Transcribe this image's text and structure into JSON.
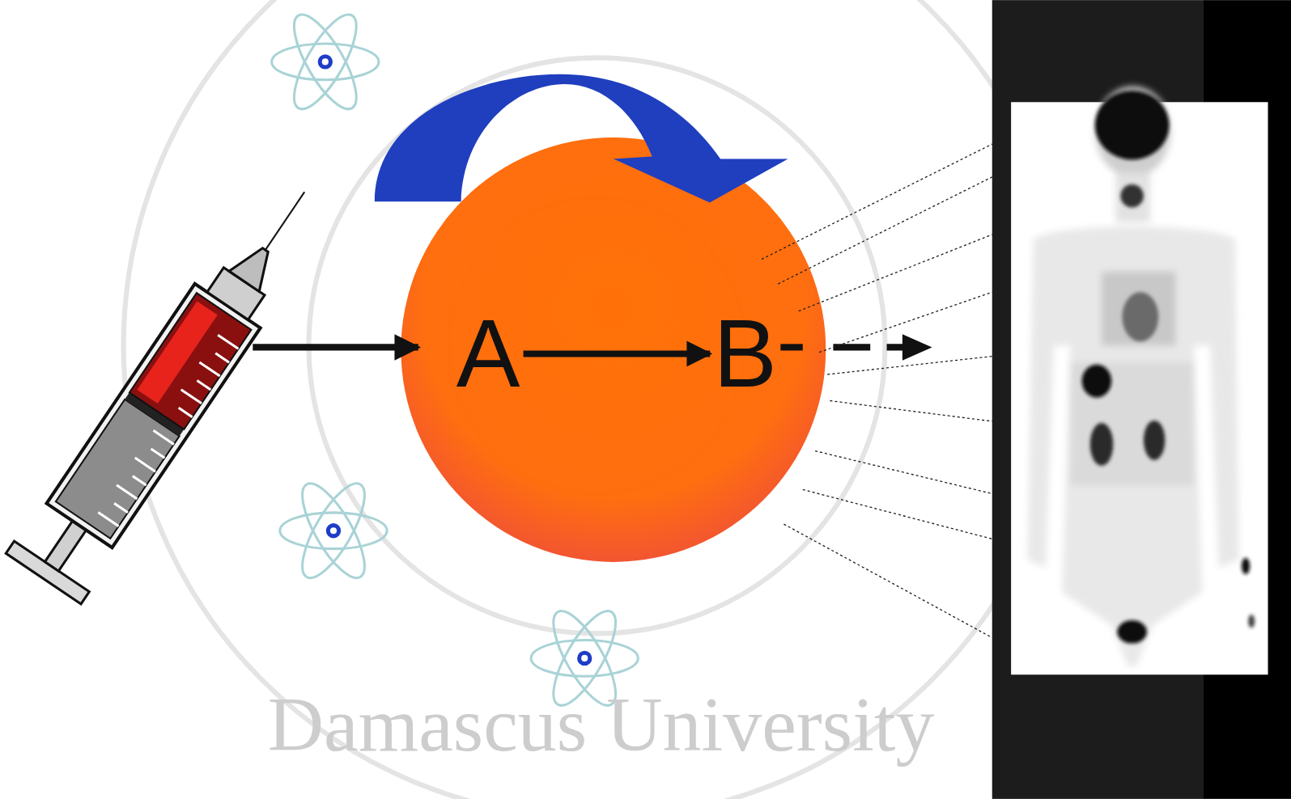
{
  "diagram": {
    "nodes": [
      {
        "text": [
          "A"
        ]
      },
      {
        "text": [
          "B"
        ]
      }
    ],
    "edges": [
      {
        "from": 0,
        "to": 1,
        "arrow": "to"
      }
    ],
    "labels": [
      "Damascus University"
    ]
  }
}
